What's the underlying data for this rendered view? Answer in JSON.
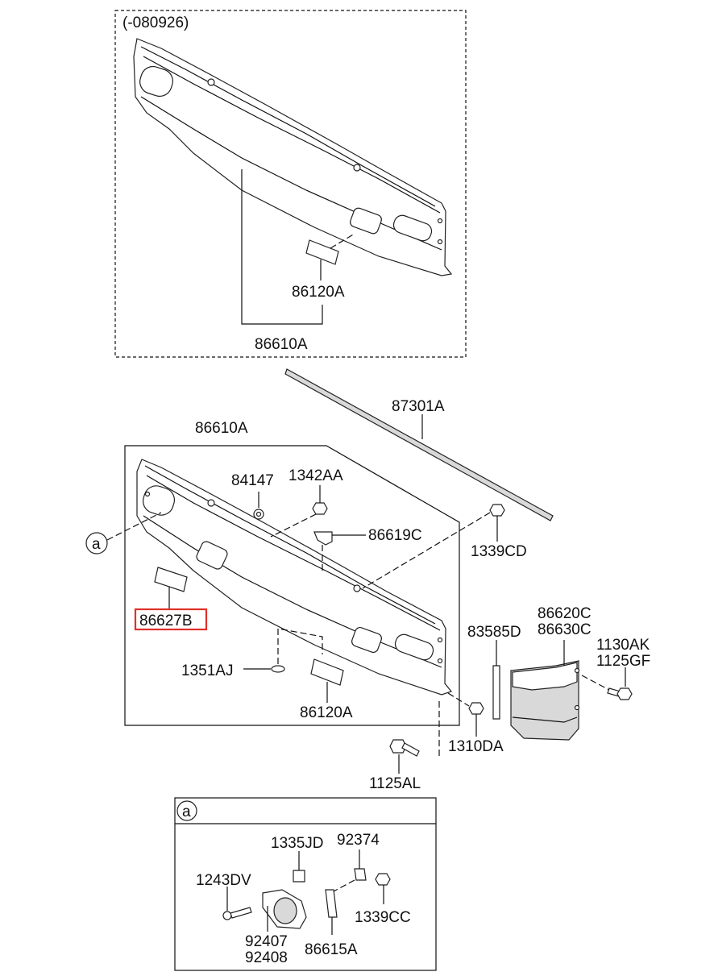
{
  "diagram": {
    "top_group": {
      "range_label": "(-080926)",
      "labels": {
        "pad": "86120A",
        "panel": "86610A"
      }
    },
    "main_group": {
      "labels": {
        "panel": "86610A",
        "molding": "87301A",
        "nut_84147": "84147",
        "nut_1342AA": "1342AA",
        "bracket": "86619C",
        "nut_1339CD": "1339CD",
        "pad_left": "86627B",
        "plug": "1351AJ",
        "pad_right": "86120A",
        "tape": "83585D",
        "cover_c1": "86620C",
        "cover_c2": "86630C",
        "screw_1": "1130AK",
        "screw_2": "1125GF",
        "nut_1310DA": "1310DA",
        "bolt_1125AL": "1125AL",
        "callout": "a"
      },
      "highlighted": "86627B"
    },
    "detail_a": {
      "callout": "a",
      "labels": {
        "clip": "1335JD",
        "nut_92374": "92374",
        "screw": "1243DV",
        "lamp_1": "92407",
        "lamp_2": "92408",
        "bracket": "86615A",
        "nut_1339CC": "1339CC"
      }
    },
    "colors": {
      "highlight": "#e0302a",
      "line": "#111111",
      "shade": "#d9d9d9"
    }
  }
}
